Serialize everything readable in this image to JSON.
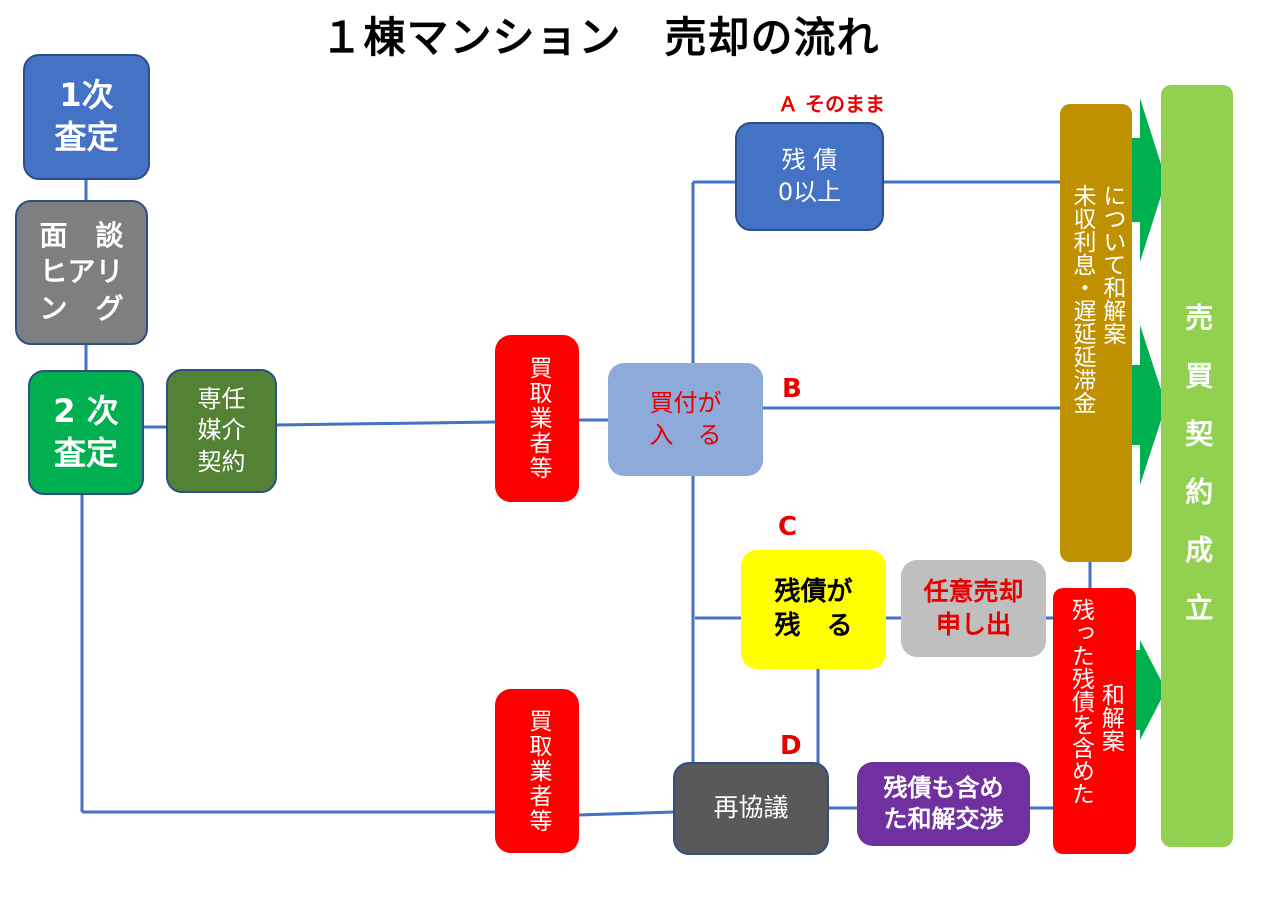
{
  "title": "１棟マンション　売却の流れ",
  "nodes": {
    "first_assessment": "1次\n査定",
    "interview": "面　談\nヒアリ\nン　グ",
    "second_assessment": "2 次\n査定",
    "exclusive_contract": "専任\n媒介\n契約",
    "buyer_top": "買取業者等",
    "offer": "買付が\n入　る",
    "debt_zero": "残 債\n0以上",
    "debt_remains": "残債が\n残　る",
    "voluntary_sale": "任意売却\n申し出",
    "renegotiation": "再協議",
    "debt_settlement": "残債も含め\nた和解交渉",
    "buyer_bottom": "買取業者等",
    "unpaid_interest_col1": "未収利息・遅延延滞金",
    "unpaid_interest_col2": "について和解案",
    "remaining_col1": "残った残債を含めた",
    "remaining_col2": "和解案",
    "sale_contract": "売買契約成立"
  },
  "labels": {
    "a": "Ａ そのまま",
    "b": "B",
    "c": "C",
    "d": "D"
  },
  "colors": {
    "blue": "#4472c4",
    "gray": "#7f7f7f",
    "green": "#00b050",
    "olive": "#548235",
    "red": "#ff0000",
    "lightblue": "#8eaadb",
    "yellow": "#ffff00",
    "lightgray": "#bfbfbf",
    "darkgray": "#595959",
    "purple": "#7030a0",
    "gold": "#bf9000",
    "lime": "#92d050",
    "arrow": "#00b050",
    "line": "#4472c4"
  }
}
